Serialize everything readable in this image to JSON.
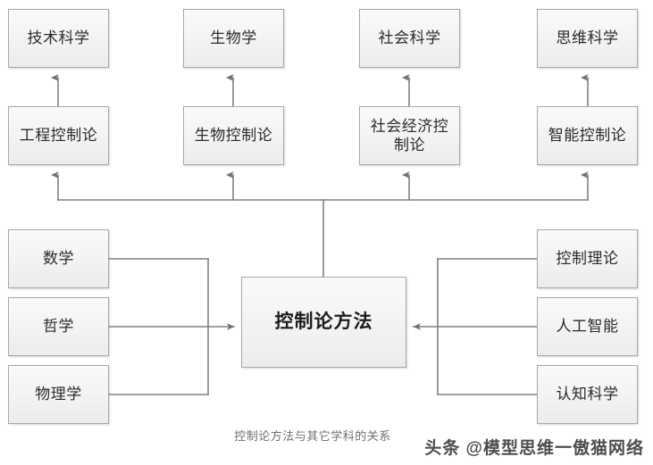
{
  "diagram": {
    "title_caption": "控制论方法与其它学科的关系",
    "watermark": "头条 @模型思维一傲猫网络",
    "colors": {
      "box_border": "#a8a8a8",
      "box_fill_top": "#fafafa",
      "box_fill_bottom": "#ececec",
      "connector": "#808080",
      "text": "#2b2b2b",
      "caption_text": "#6f6f6f",
      "background": "#ffffff"
    },
    "top_row": [
      {
        "id": "tech-science",
        "label": "技术科学"
      },
      {
        "id": "biology",
        "label": "生物学"
      },
      {
        "id": "social-science",
        "label": "社会科学"
      },
      {
        "id": "thinking-science",
        "label": "思维科学"
      }
    ],
    "second_row": [
      {
        "id": "engineering-cybernetics",
        "label": "工程控制论"
      },
      {
        "id": "bio-cybernetics",
        "label": "生物控制论"
      },
      {
        "id": "socio-economic-cybernetics",
        "label": "社会经济控制论"
      },
      {
        "id": "intelligent-cybernetics",
        "label": "智能控制论"
      }
    ],
    "left_column": [
      {
        "id": "mathematics",
        "label": "数学"
      },
      {
        "id": "philosophy",
        "label": "哲学"
      },
      {
        "id": "physics",
        "label": "物理学"
      }
    ],
    "right_column": [
      {
        "id": "control-theory",
        "label": "控制理论"
      },
      {
        "id": "artificial-intelligence",
        "label": "人工智能"
      },
      {
        "id": "cognitive-science",
        "label": "认知科学"
      }
    ],
    "center": {
      "id": "cybernetics-method",
      "label": "控制论方法"
    }
  }
}
